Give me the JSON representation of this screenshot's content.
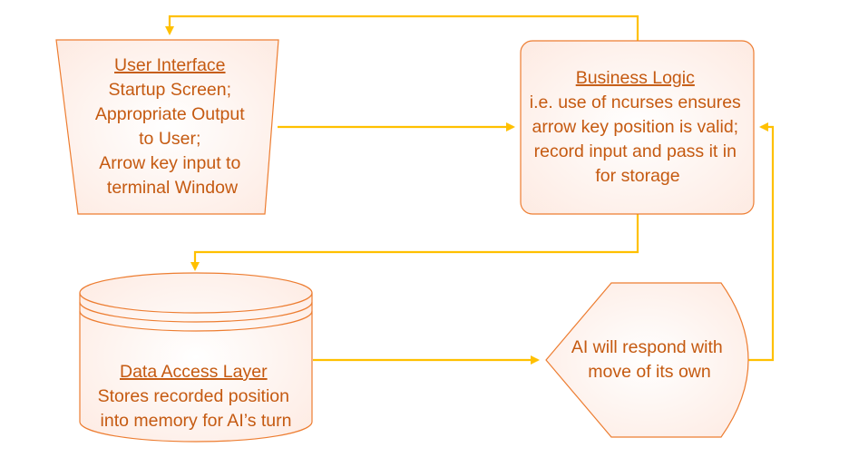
{
  "nodes": {
    "user_interface": {
      "title": "User Interface",
      "lines": [
        "Startup Screen;",
        "Appropriate Output",
        "to User;",
        "Arrow key input to",
        "terminal Window"
      ]
    },
    "business_logic": {
      "title": "Business Logic",
      "lines": [
        "i.e. use of ncurses ensures",
        "arrow key position is valid;",
        "record input and pass it in",
        "for storage"
      ]
    },
    "data_access_layer": {
      "title": "Data Access Layer",
      "lines": [
        "Stores recorded position",
        "into memory for AI’s turn"
      ]
    },
    "ai_response": {
      "title": "",
      "lines": [
        "AI will respond with",
        "move of its own"
      ]
    }
  },
  "colors": {
    "text": "#c55a11",
    "shape_stroke": "#ed7d31",
    "connector": "#ffc000",
    "fill_light": "#fde9e0",
    "fill_white": "#ffffff"
  }
}
